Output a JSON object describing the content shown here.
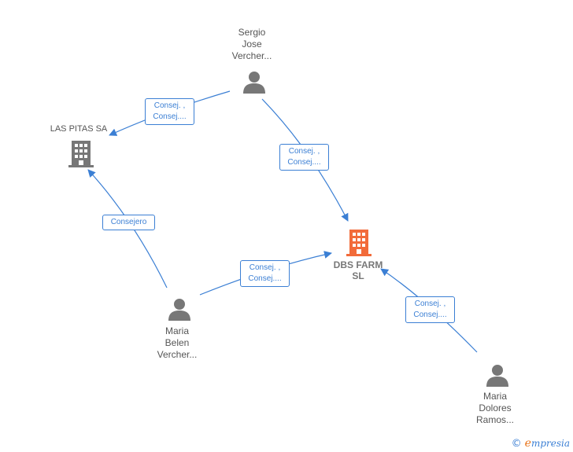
{
  "colors": {
    "edge": "#3b7fd4",
    "person": "#777777",
    "company": "#777777",
    "company_highlight": "#f26b3a"
  },
  "nodes": {
    "sergio": {
      "lines": [
        "Sergio",
        "Jose",
        "Vercher..."
      ],
      "icon": "person-icon"
    },
    "las_pitas": {
      "name": "LAS PITAS SA",
      "icon": "building-icon"
    },
    "dbs_farm": {
      "lines": [
        "DBS FARM",
        "SL"
      ],
      "icon": "building-icon"
    },
    "maria_belen": {
      "lines": [
        "Maria",
        "Belen",
        "Vercher..."
      ],
      "icon": "person-icon"
    },
    "maria_dolores": {
      "lines": [
        "Maria",
        "Dolores",
        "Ramos..."
      ],
      "icon": "person-icon"
    }
  },
  "edges": {
    "sergio_laspitas": {
      "lines": [
        "Consej. ,",
        "Consej...."
      ]
    },
    "sergio_dbs": {
      "lines": [
        "Consej. ,",
        "Consej...."
      ]
    },
    "belen_laspitas": {
      "lines": [
        "Consejero"
      ]
    },
    "belen_dbs": {
      "lines": [
        "Consej. ,",
        "Consej...."
      ]
    },
    "dolores_dbs": {
      "lines": [
        "Consej. ,",
        "Consej...."
      ]
    }
  },
  "footer": {
    "copyright_symbol": "©",
    "brand_initial": "e",
    "brand_rest": "mpresia"
  }
}
